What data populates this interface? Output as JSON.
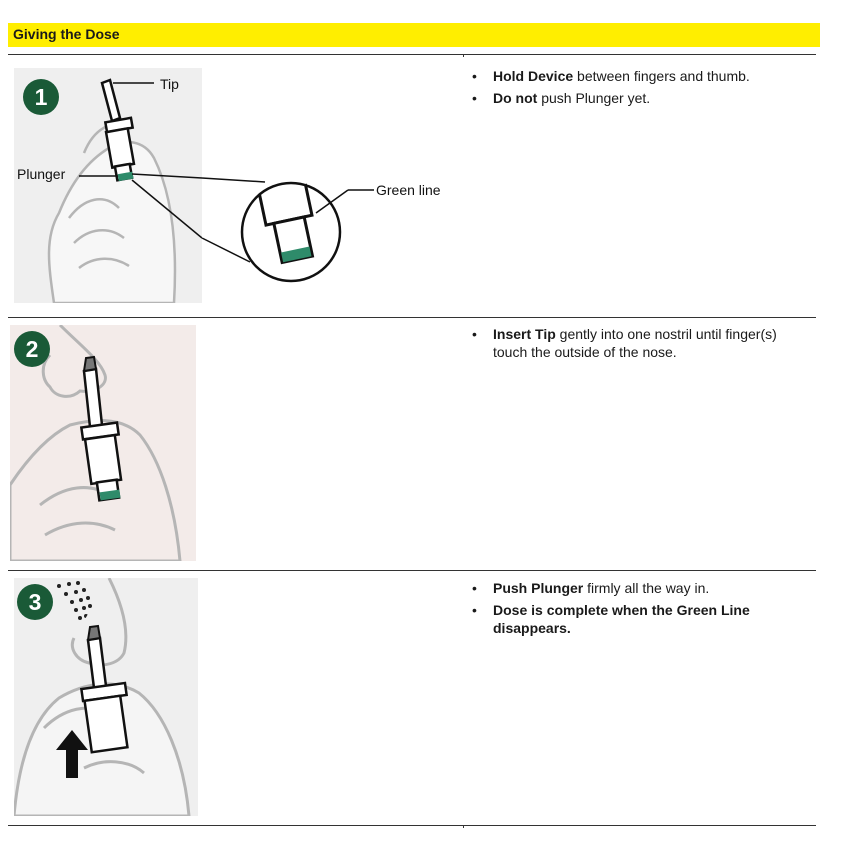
{
  "header": {
    "title": "Giving the Dose"
  },
  "colors": {
    "header_bg": "#ffee00",
    "badge": "#1a5a37",
    "green_line": "#2e8b6a"
  },
  "steps": [
    {
      "number": "1",
      "labels": {
        "tip": "Tip",
        "plunger": "Plunger",
        "green_line": "Green line"
      },
      "bullets": [
        {
          "bold": "Hold Device",
          "text": " between fingers and thumb."
        },
        {
          "bold": "Do not",
          "text": " push Plunger yet."
        }
      ]
    },
    {
      "number": "2",
      "bullets": [
        {
          "bold": "Insert Tip",
          "text": " gently into one nostril until finger(s) touch the outside of the nose."
        }
      ]
    },
    {
      "number": "3",
      "bullets": [
        {
          "bold": "Push Plunger",
          "text": " firmly all the way in."
        },
        {
          "bold": "Dose is complete when the Green Line disappears.",
          "text": ""
        }
      ]
    }
  ]
}
